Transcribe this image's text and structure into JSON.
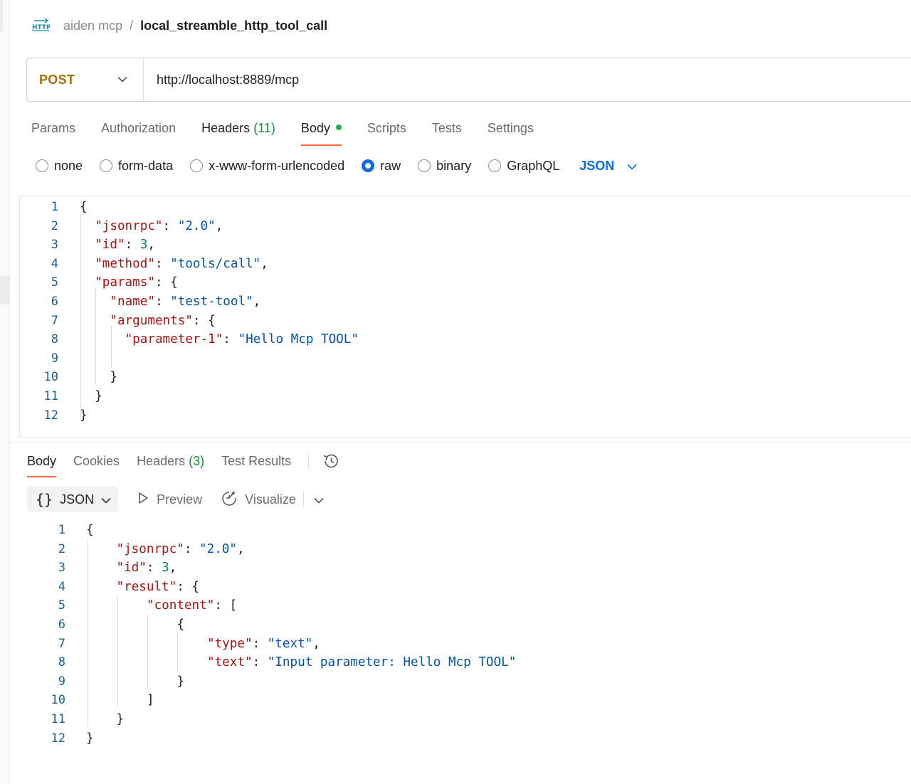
{
  "breadcrumb": {
    "icon": "http-icon",
    "parent": "aiden mcp",
    "separator": "/",
    "current": "local_streamble_http_tool_call"
  },
  "request": {
    "method": "POST",
    "url": "http://localhost:8889/mcp"
  },
  "request_tabs": [
    {
      "label": "Params"
    },
    {
      "label": "Authorization"
    },
    {
      "label": "Headers",
      "count": "(11)"
    },
    {
      "label": "Body",
      "active": true
    },
    {
      "label": "Scripts"
    },
    {
      "label": "Tests"
    },
    {
      "label": "Settings"
    }
  ],
  "body_types": {
    "options": [
      "none",
      "form-data",
      "x-www-form-urlencoded",
      "raw",
      "binary",
      "GraphQL"
    ],
    "selected": "raw",
    "format": "JSON"
  },
  "request_body": {
    "line_numbers": [
      "1",
      "2",
      "3",
      "4",
      "5",
      "6",
      "7",
      "8",
      "9",
      "10",
      "11",
      "12"
    ],
    "lines": [
      {
        "indent": 0,
        "tokens": [
          [
            "p",
            "{"
          ]
        ]
      },
      {
        "indent": 1,
        "tokens": [
          [
            "k",
            "\"jsonrpc\""
          ],
          [
            "p",
            ": "
          ],
          [
            "s",
            "\"2.0\""
          ],
          [
            "p",
            ","
          ]
        ]
      },
      {
        "indent": 1,
        "tokens": [
          [
            "k",
            "\"id\""
          ],
          [
            "p",
            ": "
          ],
          [
            "n",
            "3"
          ],
          [
            "p",
            ","
          ]
        ]
      },
      {
        "indent": 1,
        "tokens": [
          [
            "k",
            "\"method\""
          ],
          [
            "p",
            ": "
          ],
          [
            "s",
            "\"tools/call\""
          ],
          [
            "p",
            ","
          ]
        ]
      },
      {
        "indent": 1,
        "tokens": [
          [
            "k",
            "\"params\""
          ],
          [
            "p",
            ": {"
          ]
        ]
      },
      {
        "indent": 2,
        "tokens": [
          [
            "k",
            "\"name\""
          ],
          [
            "p",
            ": "
          ],
          [
            "s",
            "\"test-tool\""
          ],
          [
            "p",
            ","
          ]
        ]
      },
      {
        "indent": 2,
        "tokens": [
          [
            "k",
            "\"arguments\""
          ],
          [
            "p",
            ": {"
          ]
        ]
      },
      {
        "indent": 3,
        "tokens": [
          [
            "k",
            "\"parameter-1\""
          ],
          [
            "p",
            ": "
          ],
          [
            "s",
            "\"Hello Mcp TOOL\""
          ]
        ]
      },
      {
        "indent": 0,
        "tokens": []
      },
      {
        "indent": 2,
        "tokens": [
          [
            "p",
            "}"
          ]
        ]
      },
      {
        "indent": 1,
        "tokens": [
          [
            "p",
            "}"
          ]
        ]
      },
      {
        "indent": 0,
        "tokens": [
          [
            "p",
            "}"
          ]
        ]
      }
    ]
  },
  "response_tabs": [
    {
      "label": "Body",
      "active": true
    },
    {
      "label": "Cookies"
    },
    {
      "label": "Headers",
      "count": "(3)"
    },
    {
      "label": "Test Results"
    }
  ],
  "response_toolbar": {
    "format": "JSON",
    "preview": "Preview",
    "visualize": "Visualize"
  },
  "response_body": {
    "line_numbers": [
      "1",
      "2",
      "3",
      "4",
      "5",
      "6",
      "7",
      "8",
      "9",
      "10",
      "11",
      "12"
    ],
    "lines": [
      {
        "indent": 0,
        "tokens": [
          [
            "p",
            "{"
          ]
        ]
      },
      {
        "indent": 1,
        "tokens": [
          [
            "k",
            "\"jsonrpc\""
          ],
          [
            "p",
            ": "
          ],
          [
            "s",
            "\"2.0\""
          ],
          [
            "p",
            ","
          ]
        ]
      },
      {
        "indent": 1,
        "tokens": [
          [
            "k",
            "\"id\""
          ],
          [
            "p",
            ": "
          ],
          [
            "n",
            "3"
          ],
          [
            "p",
            ","
          ]
        ]
      },
      {
        "indent": 1,
        "tokens": [
          [
            "k",
            "\"result\""
          ],
          [
            "p",
            ": {"
          ]
        ]
      },
      {
        "indent": 2,
        "tokens": [
          [
            "k",
            "\"content\""
          ],
          [
            "p",
            ": ["
          ]
        ]
      },
      {
        "indent": 3,
        "tokens": [
          [
            "p",
            "{"
          ]
        ]
      },
      {
        "indent": 4,
        "tokens": [
          [
            "k",
            "\"type\""
          ],
          [
            "p",
            ": "
          ],
          [
            "s",
            "\"text\""
          ],
          [
            "p",
            ","
          ]
        ]
      },
      {
        "indent": 4,
        "tokens": [
          [
            "k",
            "\"text\""
          ],
          [
            "p",
            ": "
          ],
          [
            "s",
            "\"Input parameter: Hello Mcp TOOL\""
          ]
        ]
      },
      {
        "indent": 3,
        "tokens": [
          [
            "p",
            "}"
          ]
        ]
      },
      {
        "indent": 2,
        "tokens": [
          [
            "p",
            "]"
          ]
        ]
      },
      {
        "indent": 1,
        "tokens": [
          [
            "p",
            "}"
          ]
        ]
      },
      {
        "indent": 0,
        "tokens": [
          [
            "p",
            "}"
          ]
        ]
      }
    ]
  },
  "colors": {
    "method": "#a4700b",
    "accent_tab": "#ff6c37",
    "json_key": "#a31515",
    "json_string": "#0451a5",
    "json_number": "#098658",
    "selected_radio": "#0b6be0",
    "body_dot": "#22b24c",
    "count": "#1a8a3c"
  }
}
